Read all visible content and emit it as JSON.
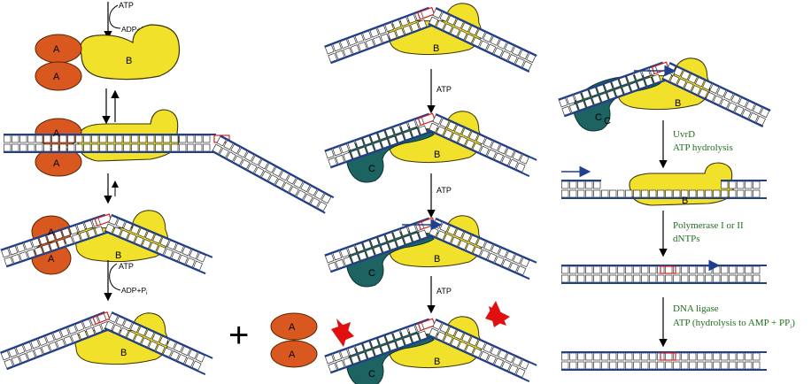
{
  "labels": {
    "A": "A",
    "B": "B",
    "C": "C",
    "atp": "ATP",
    "adp_pi": "ADP+P",
    "sub_i": "i",
    "plus": "+"
  },
  "right_steps": {
    "step1_line1": "UvrD",
    "step1_line2": "ATP hydrolysis",
    "step2_line1": "Polymerase I or II",
    "step2_line2": "dNTPs",
    "step3_line1": "DNA ligase",
    "step3_line2_pre": "ATP (hydrolysis to AMP + PP",
    "step3_line2_sub": "i",
    "step3_line2_post": ")"
  },
  "colors": {
    "uvrA": "#d9581f",
    "uvrB": "#f2e12a",
    "uvrC": "#1d6361",
    "backbone": "#1f3f8f",
    "lesion": "#d42020",
    "arrow_red": "#e01010",
    "step_text": "#1f6f1f"
  }
}
